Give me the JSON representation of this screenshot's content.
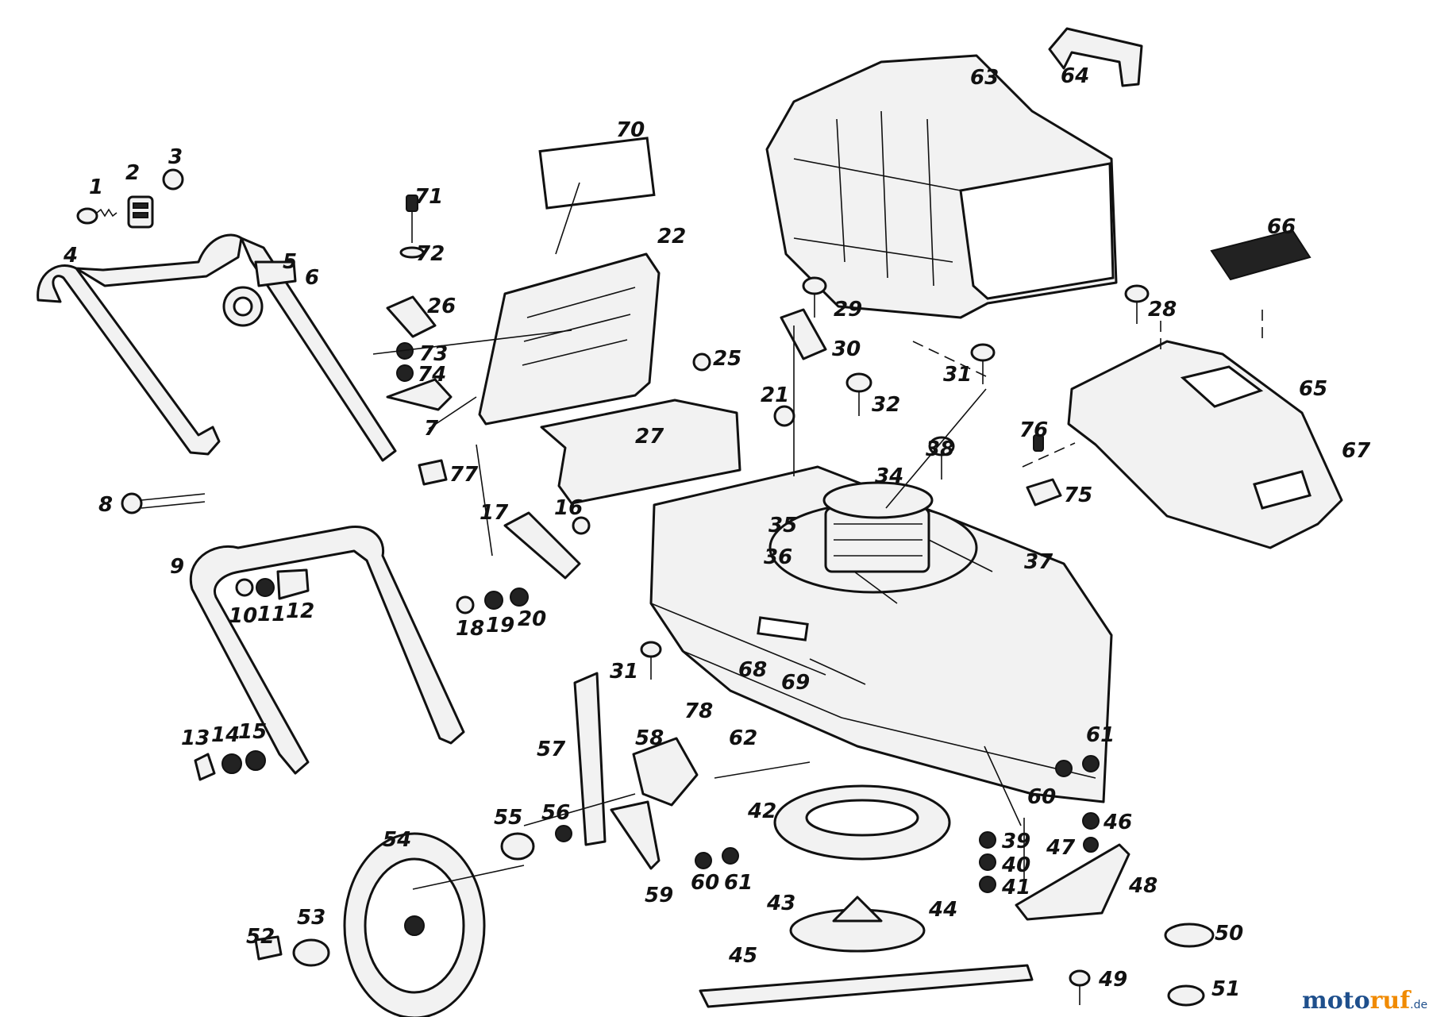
{
  "diagram": {
    "callouts": [
      "1",
      "2",
      "3",
      "4",
      "5",
      "6",
      "7",
      "8",
      "9",
      "10",
      "11",
      "12",
      "13",
      "14",
      "15",
      "16",
      "17",
      "18",
      "19",
      "20",
      "21",
      "22",
      "25",
      "26",
      "27",
      "28",
      "29",
      "30",
      "31",
      "31",
      "32",
      "34",
      "35",
      "36",
      "37",
      "38",
      "39",
      "40",
      "41",
      "42",
      "43",
      "44",
      "45",
      "46",
      "47",
      "48",
      "49",
      "50",
      "51",
      "52",
      "53",
      "54",
      "55",
      "56",
      "57",
      "58",
      "59",
      "60",
      "60",
      "61",
      "61",
      "62",
      "63",
      "64",
      "65",
      "66",
      "67",
      "68",
      "69",
      "70",
      "71",
      "72",
      "73",
      "74",
      "75",
      "76",
      "77",
      "78"
    ]
  },
  "watermark": {
    "part1": "moto",
    "part2": "ruf",
    "part3": ".de"
  }
}
